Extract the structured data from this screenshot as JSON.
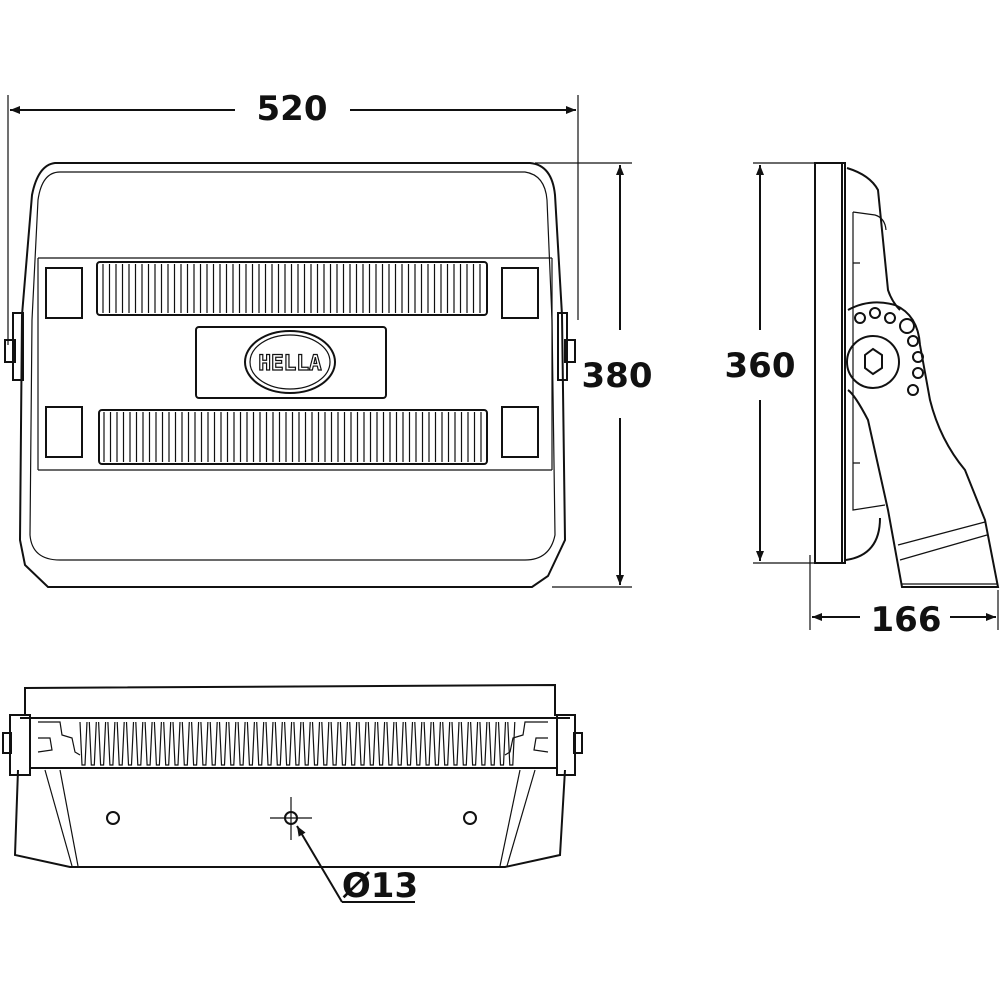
{
  "dimensions": {
    "width": "520",
    "height_front": "380",
    "height_side": "360",
    "depth": "166",
    "hole_diameter": "Ø13"
  },
  "logo": {
    "text": "HELLA"
  },
  "colors": {
    "line": "#111111",
    "background": "#ffffff"
  }
}
